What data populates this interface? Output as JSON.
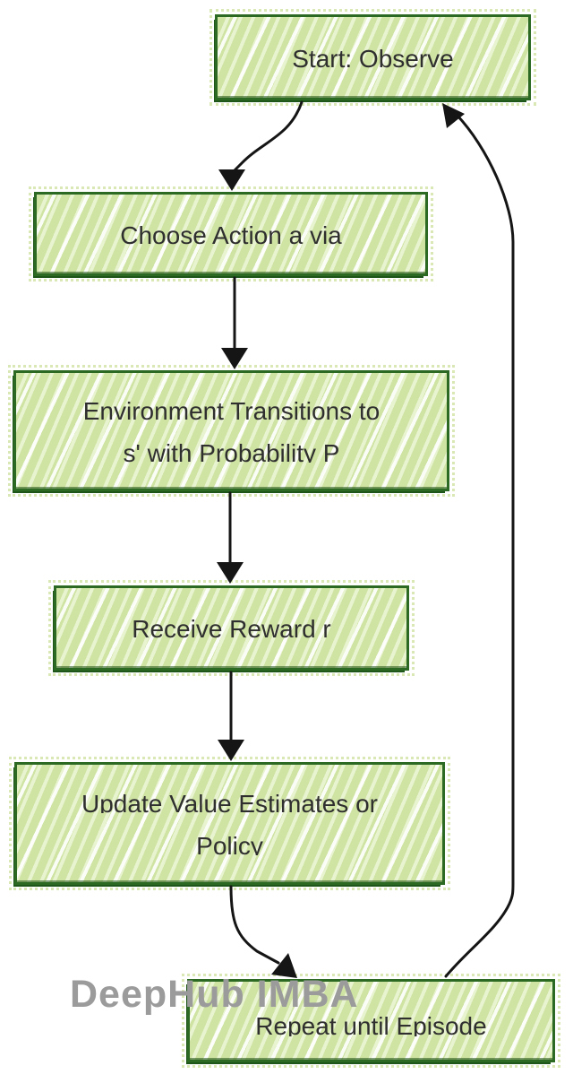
{
  "diagram": {
    "type": "flowchart",
    "topic": "reinforcement learning loop",
    "watermark": "DeepHub IMBA",
    "nodes": [
      {
        "id": "start",
        "lines": [
          "Start: Observe"
        ]
      },
      {
        "id": "choose-action",
        "lines": [
          "Choose Action a via"
        ]
      },
      {
        "id": "env-transition",
        "lines": [
          "Environment Transitions to",
          "s' with Probability P"
        ]
      },
      {
        "id": "receive-reward",
        "lines": [
          "Receive Reward r"
        ]
      },
      {
        "id": "update-values",
        "lines": [
          "Update Value Estimates or",
          "Policy"
        ]
      },
      {
        "id": "repeat",
        "lines": [
          "Repeat until Episode"
        ]
      }
    ],
    "edges": [
      {
        "from": "start",
        "to": "choose-action"
      },
      {
        "from": "choose-action",
        "to": "env-transition"
      },
      {
        "from": "env-transition",
        "to": "receive-reward"
      },
      {
        "from": "receive-reward",
        "to": "update-values"
      },
      {
        "from": "update-values",
        "to": "repeat"
      },
      {
        "from": "repeat",
        "to": "start",
        "style": "loop-back-right-side"
      }
    ],
    "colors": {
      "node_fill": "#cfe3a3",
      "node_border": "#2c6a24",
      "node_border_dark": "#1e5519",
      "text": "#2f2f2f",
      "arrow": "#151515",
      "watermark": "#9b9b9b"
    }
  }
}
